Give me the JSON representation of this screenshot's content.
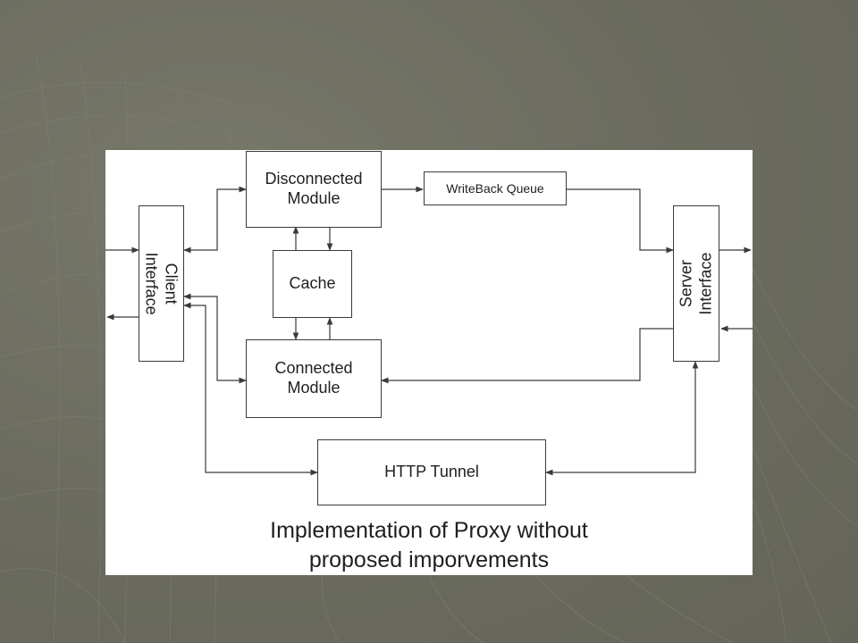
{
  "diagram": {
    "nodes": {
      "disconnected_module": "Disconnected\nModule",
      "writeback_queue": "WriteBack Queue",
      "cache": "Cache",
      "connected_module": "Connected\nModule",
      "client_interface": "Client\nInterface",
      "server_interface": "Server\nInterface",
      "http_tunnel": "HTTP Tunnel"
    },
    "caption": {
      "line1": "Implementation of Proxy without",
      "line2": "proposed imporvements"
    }
  },
  "colors": {
    "slide_background": "#6b6c5f",
    "panel": "#ffffff",
    "line": "#3a3a3a"
  }
}
